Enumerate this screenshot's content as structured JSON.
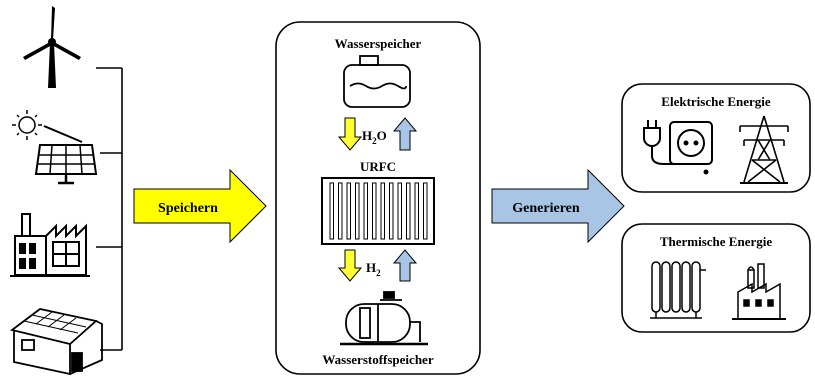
{
  "center": {
    "top_label": "Wasserspeicher",
    "middle_label": "URFC",
    "bottom_label": "Wasserstoffspeicher",
    "flow_top": {
      "main": "H",
      "sub": "2",
      "tail": "O"
    },
    "flow_bottom": {
      "main": "H",
      "sub": "2"
    }
  },
  "arrows": {
    "store_label": "Speichern",
    "generate_label": "Generieren",
    "store_color": "#ffff00",
    "generate_color": "#a9c5e6"
  },
  "outputs": {
    "electric_title": "Elektrische Energie",
    "thermal_title": "Thermische Energie"
  },
  "icons": {
    "sources": [
      "wind-turbine-icon",
      "solar-panel-icon",
      "factory-icon",
      "solar-house-icon"
    ],
    "electric": [
      "plug-socket-icon",
      "power-pylon-icon"
    ],
    "thermal": [
      "radiator-icon",
      "industrial-plant-icon"
    ]
  },
  "colors": {
    "down_arrow": "#ffff33",
    "up_arrow": "#a9c5e6"
  }
}
